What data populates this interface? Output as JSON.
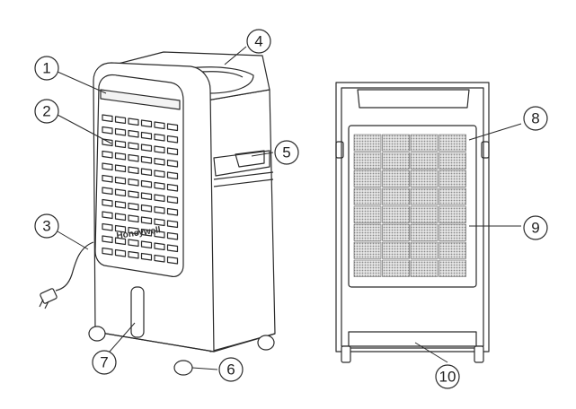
{
  "brand_label": "Honeywell",
  "callouts": [
    "1",
    "2",
    "3",
    "4",
    "5",
    "6",
    "7",
    "8",
    "9",
    "10"
  ],
  "colors": {
    "line": "#2a2a2a",
    "fill": "#ffffff",
    "filter": "#cfcfcf"
  }
}
